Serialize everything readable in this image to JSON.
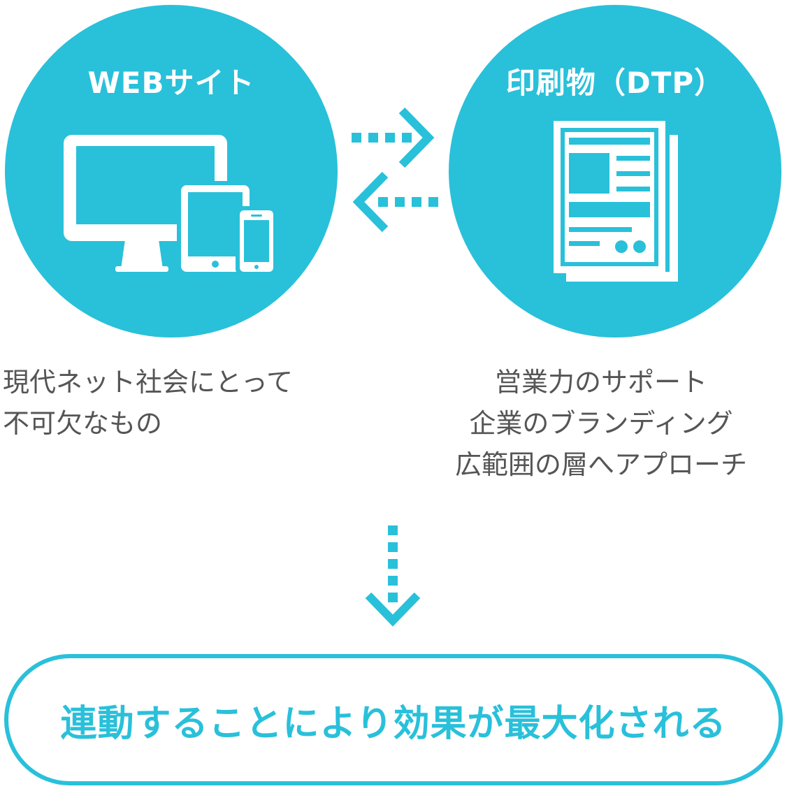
{
  "colors": {
    "accent": "#29c0da",
    "text": "#555555",
    "background": "#ffffff"
  },
  "web": {
    "title": "WEBサイト",
    "icon": "devices-icon",
    "description": [
      "現代ネット社会にとって",
      "不可欠なもの"
    ]
  },
  "dtp": {
    "title": "印刷物（DTP）",
    "icon": "document-icon",
    "description": [
      "営業力のサポート",
      "企業のブランディング",
      "広範囲の層へアプローチ"
    ]
  },
  "connector": {
    "icon": "bidirectional-arrows-icon"
  },
  "flow": {
    "icon": "down-arrow-icon"
  },
  "result": {
    "text": "連動することにより効果が最大化される"
  }
}
